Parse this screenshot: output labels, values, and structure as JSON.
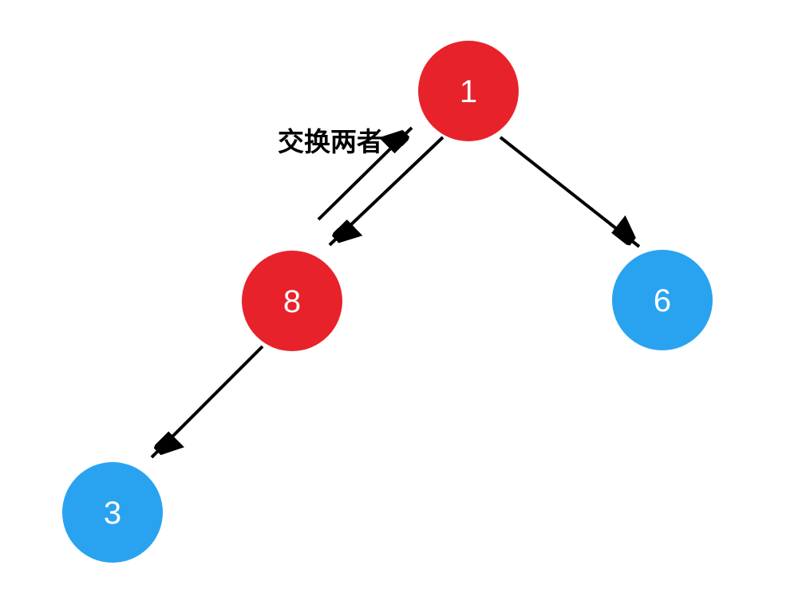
{
  "diagram": {
    "type": "binary-tree",
    "nodes": [
      {
        "value": "1",
        "color_role": "red",
        "position": "root"
      },
      {
        "value": "8",
        "color_role": "red",
        "position": "left-child-of-1"
      },
      {
        "value": "6",
        "color_role": "blue",
        "position": "right-child-of-1"
      },
      {
        "value": "3",
        "color_role": "blue",
        "position": "left-child-of-8"
      }
    ],
    "edges": [
      {
        "from": "8",
        "to": "1",
        "style": "arrow",
        "group": "swap"
      },
      {
        "from": "1",
        "to": "8",
        "style": "arrow",
        "group": "swap"
      },
      {
        "from": "1",
        "to": "6",
        "style": "arrow"
      },
      {
        "from": "8",
        "to": "3",
        "style": "arrow"
      }
    ],
    "swap_label": "交换两者"
  },
  "colors": {
    "node_red": "#e8222b",
    "node_blue": "#29a3f0",
    "node_text": "#ffffff",
    "arrow": "#000000",
    "background": "#ffffff"
  }
}
